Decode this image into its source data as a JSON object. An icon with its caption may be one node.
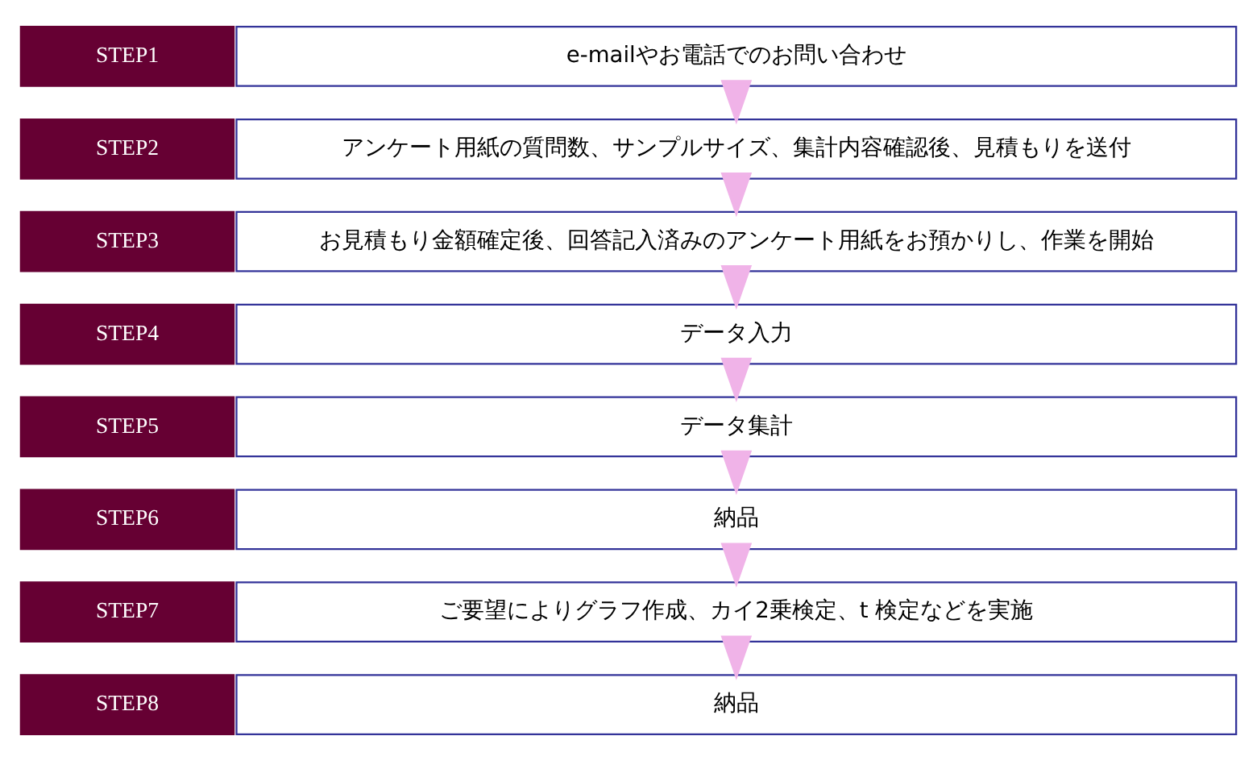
{
  "diagram": {
    "nodes": [
      {
        "text": [
          "STEP1"
        ]
      },
      {
        "text": [
          "e-mailやお電話でのお問い合わせ"
        ]
      },
      {
        "text": [
          "STEP2"
        ]
      },
      {
        "text": [
          "アンケート用紙の質問数、サンプルサイズ、集計内容確認後、見積もりを送付"
        ]
      },
      {
        "text": [
          "STEP3"
        ]
      },
      {
        "text": [
          "お見積もり金額確定後、回答記入済みのアンケート用紙をお預かりし、作業を開始"
        ]
      },
      {
        "text": [
          "STEP4"
        ]
      },
      {
        "text": [
          "データ入力"
        ]
      },
      {
        "text": [
          "STEP5"
        ]
      },
      {
        "text": [
          "データ集計"
        ]
      },
      {
        "text": [
          "STEP6"
        ]
      },
      {
        "text": [
          "納品"
        ]
      },
      {
        "text": [
          "STEP7"
        ]
      },
      {
        "text": [
          "ご要望によりグラフ作成、カイ2乗検定、t 検定などを実施"
        ]
      },
      {
        "text": [
          "STEP8"
        ]
      },
      {
        "text": [
          "納品"
        ]
      }
    ],
    "edges": [
      {
        "from": 1,
        "to": 3,
        "arrow": "to"
      },
      {
        "from": 3,
        "to": 5,
        "arrow": "to"
      },
      {
        "from": 5,
        "to": 7,
        "arrow": "to"
      },
      {
        "from": 7,
        "to": 9,
        "arrow": "to"
      },
      {
        "from": 9,
        "to": 11,
        "arrow": "to"
      },
      {
        "from": 11,
        "to": 13,
        "arrow": "to"
      },
      {
        "from": 13,
        "to": 15,
        "arrow": "to"
      }
    ]
  }
}
